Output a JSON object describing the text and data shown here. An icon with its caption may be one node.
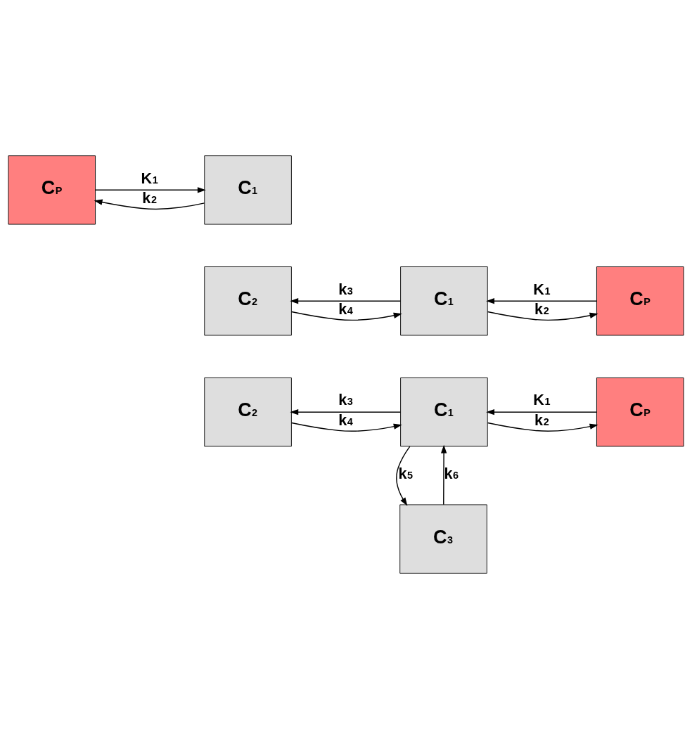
{
  "diagram": {
    "nodes": [
      {
        "text": [
          "C$_{P}$"
        ]
      },
      {
        "text": [
          "C$_{1}$"
        ]
      },
      {
        "text": [
          "C$_{P}$"
        ]
      },
      {
        "text": [
          "C$_{1}$"
        ]
      },
      {
        "text": [
          "C$_{2}$"
        ]
      },
      {
        "text": [
          "C$_{P}$"
        ]
      },
      {
        "text": [
          "C$_{1}$"
        ]
      },
      {
        "text": [
          "C$_{2}$"
        ]
      },
      {
        "text": [
          "C$_{3}$"
        ]
      }
    ],
    "edges": [
      {
        "from": 0,
        "to": 1,
        "arrow": "to",
        "label": "K$_{1}$"
      },
      {
        "from": 1,
        "to": 0,
        "arrow": "to",
        "label": "k$_{2}$"
      },
      {
        "from": 2,
        "to": 3,
        "arrow": "to",
        "label": "K$_{1}$"
      },
      {
        "from": 3,
        "to": 2,
        "arrow": "to",
        "label": "k$_{2}$"
      },
      {
        "from": 3,
        "to": 4,
        "arrow": "to",
        "label": "k$_{3}$"
      },
      {
        "from": 4,
        "to": 3,
        "arrow": "to",
        "label": "k$_{4}$"
      },
      {
        "from": 5,
        "to": 6,
        "arrow": "to",
        "label": "K$_{1}$"
      },
      {
        "from": 6,
        "to": 5,
        "arrow": "to",
        "label": "k$_{2}$"
      },
      {
        "from": 6,
        "to": 7,
        "arrow": "to",
        "label": "k$_{3}$"
      },
      {
        "from": 7,
        "to": 6,
        "arrow": "to",
        "label": "k$_{4}$"
      },
      {
        "from": 6,
        "to": 8,
        "arrow": "to",
        "label": "k$_{5}$"
      },
      {
        "from": 8,
        "to": 6,
        "arrow": "to",
        "label": "k$_{6}$"
      }
    ]
  }
}
